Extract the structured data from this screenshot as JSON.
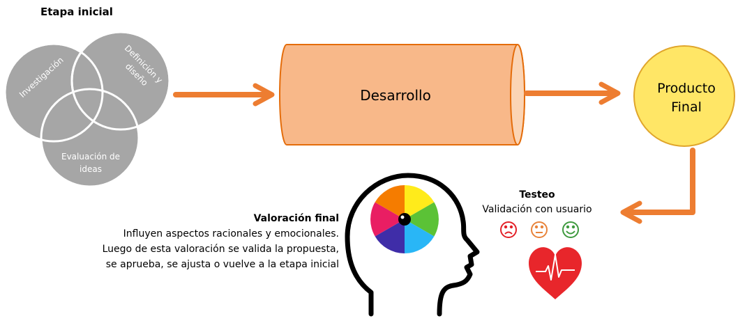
{
  "stage_initial": {
    "title": "Etapa inicial",
    "circle_labels": {
      "investigacion": "Investigación",
      "definicion_line1": "Definición y",
      "definicion_line2": "diseño",
      "evaluacion_line1": "Evaluación de",
      "evaluacion_line2": "ideas"
    }
  },
  "development": {
    "label": "Desarrollo"
  },
  "final_product": {
    "line1": "Producto",
    "line2": "Final"
  },
  "testing": {
    "title": "Testeo",
    "subtitle": "Validación con usuario",
    "faces": [
      "sad",
      "neutral",
      "happy"
    ]
  },
  "final_assessment": {
    "title": "Valoración final",
    "lines": [
      "Influyen aspectos racionales y emocionales.",
      "Luego de esta valoración se valida la propuesta,",
      "se aprueba, se ajusta o vuelve a la etapa inicial"
    ]
  },
  "colors": {
    "arrow": "#ED7D31",
    "circle_gray": "#A6A6A6",
    "cylinder_fill": "#F8B889",
    "cylinder_stroke": "#E46C0A",
    "product_fill": "#FFE666",
    "product_stroke": "#E0A52B",
    "sad": "#E32027",
    "neutral": "#E8833A",
    "happy": "#3E9A3E",
    "heart": "#E8262B"
  },
  "icons": {
    "head": "head-profile-icon",
    "color_wheel": "color-wheel-icon",
    "heart": "heart-pulse-icon"
  }
}
